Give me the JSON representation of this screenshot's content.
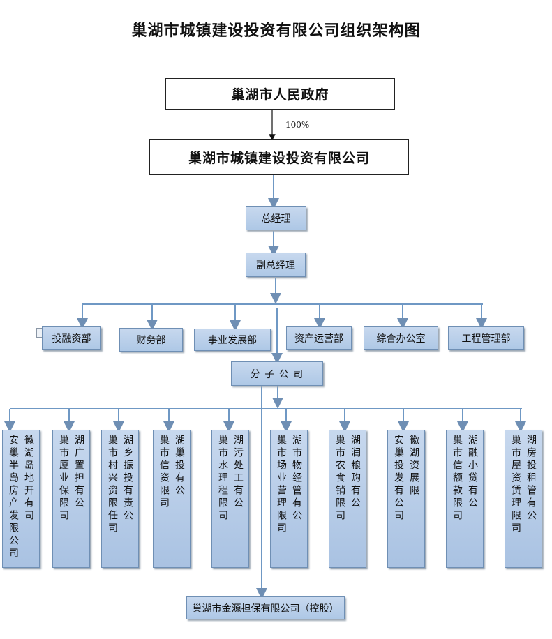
{
  "title": "巢湖市城镇建设投资有限公司组织架构图",
  "government": "巢湖市人民政府",
  "ownership": "100%",
  "company": "巢湖市城镇建设投资有限公司",
  "general_manager": "总经理",
  "deputy_general_manager": "副总经理",
  "departments": [
    "投融资部",
    "财务部",
    "事业发展部",
    "资产运营部",
    "综合办公室",
    "工程管理部"
  ],
  "branch": "分 子 公 司",
  "subsidiaries": [
    {
      "col2": "安巢半岛房产发限公司",
      "col1": "徽湖岛地开有司"
    },
    {
      "col2": "巢市厦业保限司",
      "col1": "湖广置担有公"
    },
    {
      "col2": "巢市村兴资限任司",
      "col1": "湖乡振投有责公"
    },
    {
      "col2": "巢市信资限司",
      "col1": "湖巢投有公"
    },
    {
      "col2": "巢市水理程限司",
      "col1": "湖污处工有公"
    },
    {
      "col2": "巢市场业营理限司",
      "col1": "湖市物经管有公"
    },
    {
      "col2": "巢市农食销限司",
      "col1": "湖润粮购有公"
    },
    {
      "col2": "安巢投发有公司",
      "col1": "徽湖资展限"
    },
    {
      "col2": "巢市信额款限司",
      "col1": "湖融小贷有公"
    },
    {
      "col2": "巢市屋资赁理限司",
      "col1": "湖房投租管有公"
    }
  ],
  "holding_company": "巢湖市金源担保有限公司（控股）"
}
